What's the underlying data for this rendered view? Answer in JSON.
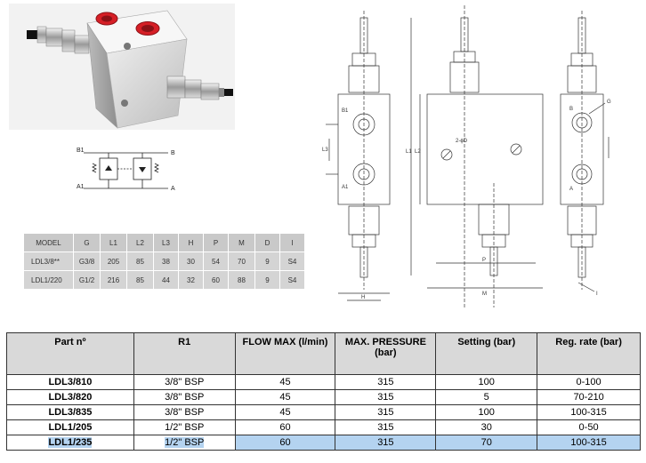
{
  "schematic": {
    "port_labels": [
      "B1",
      "A1",
      "B",
      "A"
    ]
  },
  "dimension_table": {
    "headers": [
      "MODEL",
      "G",
      "L1",
      "L2",
      "L3",
      "H",
      "P",
      "M",
      "D",
      "I"
    ],
    "rows": [
      [
        "LDL3/8**",
        "G3/8",
        "205",
        "85",
        "38",
        "30",
        "54",
        "70",
        "9",
        "S4"
      ],
      [
        "LDL1/220",
        "G1/2",
        "216",
        "85",
        "44",
        "32",
        "60",
        "88",
        "9",
        "S4"
      ]
    ]
  },
  "drawing": {
    "labels": {
      "b1": "B1",
      "a1": "A1",
      "l3": "L3",
      "l2": "L2",
      "l1": "L1",
      "h": "H",
      "p": "P",
      "m": "M",
      "d": "2-ϕD",
      "b": "B",
      "a": "A",
      "g": "G",
      "i": "I"
    }
  },
  "parts_table": {
    "headers": [
      "Part nº",
      "R1",
      "FLOW MAX (l/min)",
      "MAX. PRESSURE (bar)",
      "Setting (bar)",
      "Reg. rate (bar)"
    ],
    "rows": [
      [
        "LDL3/810",
        "3/8\" BSP",
        "45",
        "315",
        "100",
        "0-100"
      ],
      [
        "LDL3/820",
        "3/8\" BSP",
        "45",
        "315",
        "5",
        "70-210"
      ],
      [
        "LDL3/835",
        "3/8\" BSP",
        "45",
        "315",
        "100",
        "100-315"
      ],
      [
        "LDL1/205",
        "1/2\" BSP",
        "60",
        "315",
        "30",
        "0-50"
      ],
      [
        "LDL1/235",
        "1/2\" BSP",
        "60",
        "315",
        "70",
        "100-315"
      ]
    ]
  },
  "colors": {
    "port_red": "#d61f26",
    "selection_highlight": "#b4d3f0",
    "header_gray": "#d9d9d9"
  }
}
